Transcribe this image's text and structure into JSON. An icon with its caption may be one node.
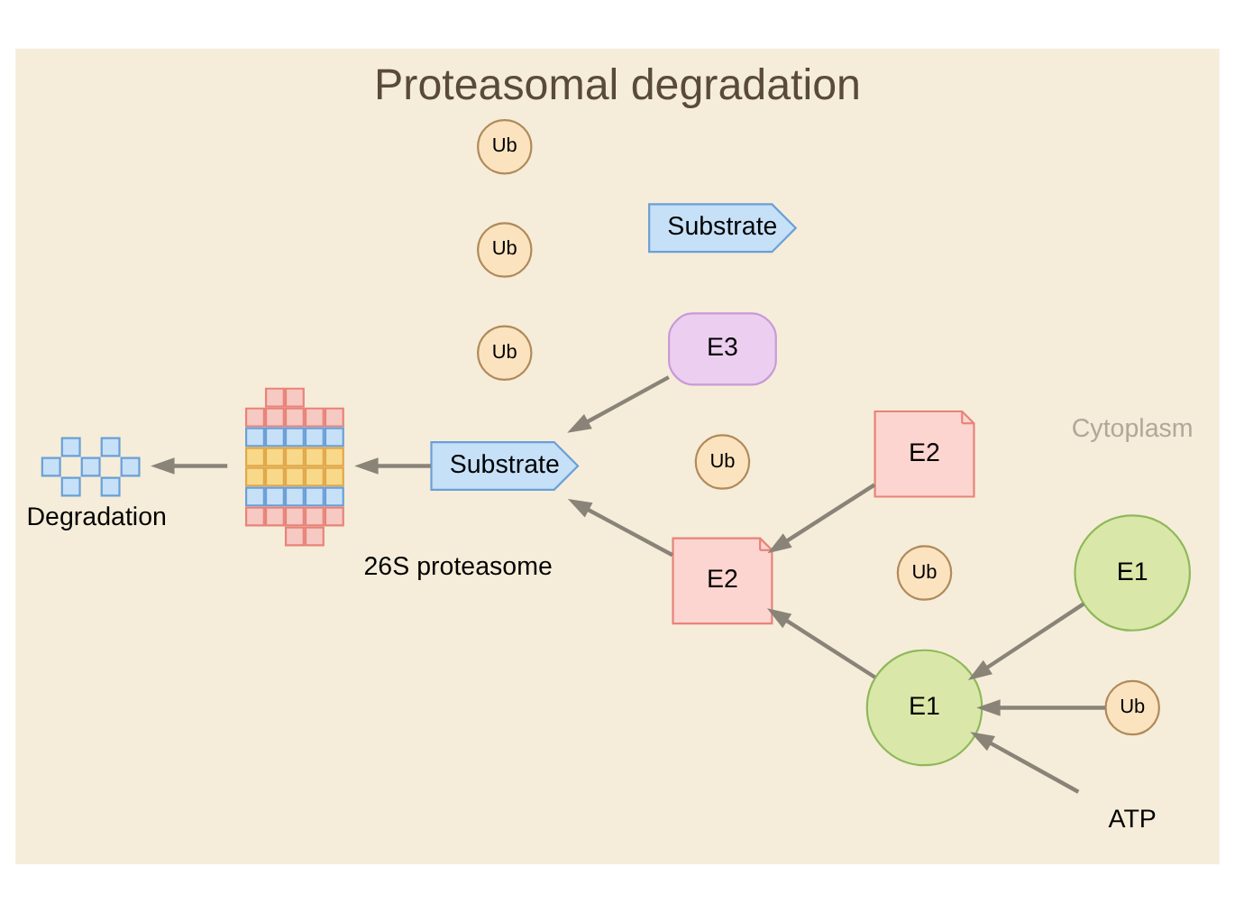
{
  "diagram": {
    "title": "Proteasomal degradation",
    "nodes": [
      {
        "text": [
          "E1"
        ]
      },
      {
        "text": [
          "Ub"
        ]
      },
      {
        "text": [
          "ATP"
        ]
      },
      {
        "text": [
          "E1"
        ]
      },
      {
        "text": [
          "Ub"
        ]
      },
      {
        "text": [
          "E2"
        ]
      },
      {
        "text": [
          "E2"
        ]
      },
      {
        "text": [
          "Ub"
        ]
      },
      {
        "text": [
          "Substrate"
        ]
      },
      {
        "text": [
          "E3"
        ]
      },
      {
        "text": [
          "Substrate"
        ]
      },
      {
        "text": [
          "Ub"
        ]
      },
      {
        "text": [
          "Ub"
        ]
      },
      {
        "text": [
          "Ub"
        ]
      },
      {
        "text": [],
        "shape": "picture",
        "beside": [
          "26S proteasome"
        ]
      },
      {
        "text": [],
        "shape": "picture",
        "beside": [
          "Degradation"
        ]
      }
    ],
    "edges": [
      {
        "from": 0,
        "to": 3,
        "arrow": "to"
      },
      {
        "from": 1,
        "to": 3,
        "arrow": "to"
      },
      {
        "from": 2,
        "to": 3,
        "arrow": "to"
      },
      {
        "from": 3,
        "to": 6,
        "arrow": "to"
      },
      {
        "from": 5,
        "to": 6,
        "arrow": "to"
      },
      {
        "from": 6,
        "to": 10,
        "arrow": "to"
      },
      {
        "from": 9,
        "to": 10,
        "arrow": "to"
      },
      {
        "from": 10,
        "to": 14,
        "arrow": "to"
      },
      {
        "from": 14,
        "to": 15,
        "arrow": "to"
      }
    ],
    "labels": [
      "Cytoplasm"
    ]
  }
}
